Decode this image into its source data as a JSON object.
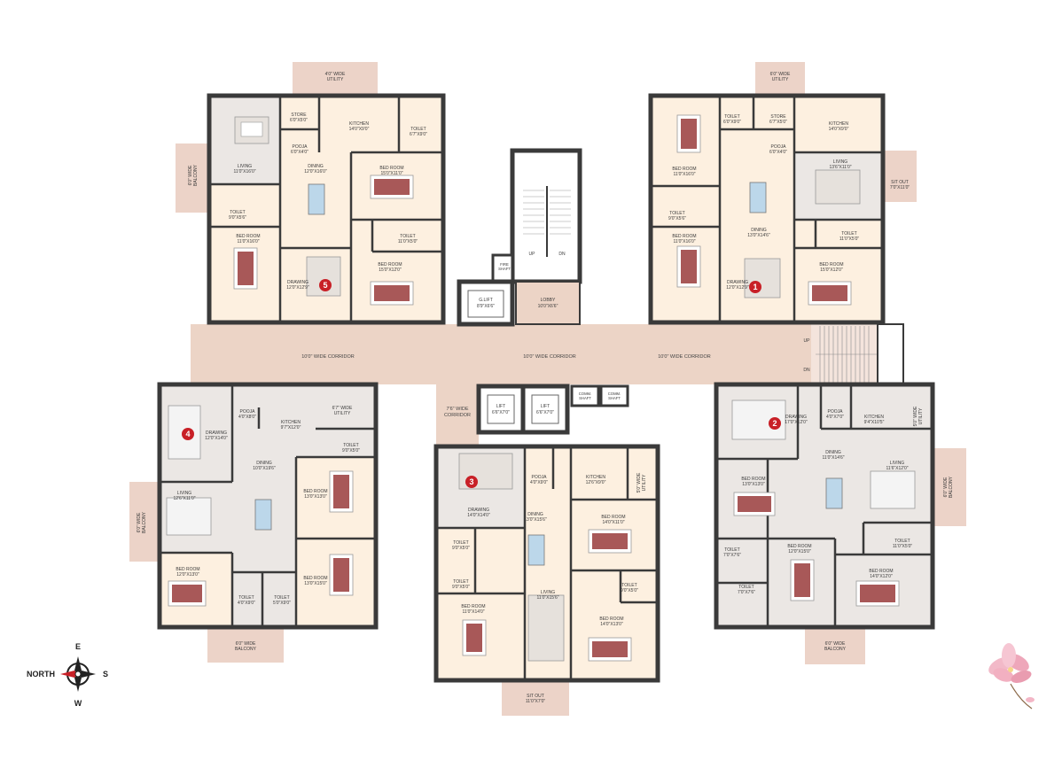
{
  "corridors": {
    "left": "10'0\" WIDE CORRIDOR",
    "center": "10'0\" WIDE CORRIDOR",
    "right": "10'0\" WIDE CORRIDOR",
    "vertical": [
      "7'6\" WIDE",
      "CORRIDOR"
    ],
    "up": "UP",
    "dn": "DN"
  },
  "core": {
    "stair_up": "UP",
    "stair_dn": "DN",
    "fire_shaft": [
      "FIRE",
      "SHAFT"
    ],
    "glift": [
      "G.LIFT",
      "8'9\"X6'6\""
    ],
    "lobby": [
      "LOBBY",
      "10'0\"X6'6\""
    ],
    "lift1": [
      "LIFT",
      "6'6\"X7'0\""
    ],
    "lift2": [
      "LIFT",
      "6'6\"X7'0\""
    ],
    "comm_shaft1": [
      "COMM.",
      "SHAFT"
    ],
    "comm_shaft2": [
      "COMM.",
      "SHAFT"
    ]
  },
  "units": {
    "u5": {
      "badge": "5",
      "utility": [
        "4'0\" WIDE",
        "UTILITY"
      ],
      "store": [
        "STORE",
        "6'0\"X5'0\""
      ],
      "kitchen": [
        "KITCHEN",
        "14'0\"X9'0\""
      ],
      "toilet_a": [
        "TOILET",
        "6'7\"X9'0\""
      ],
      "pooja": [
        "POOJA",
        "6'0\"X4'0\""
      ],
      "living": [
        "LIVING",
        "11'0\"X16'0\""
      ],
      "dining": [
        "DINING",
        "12'0\"X16'0\""
      ],
      "bed_a": [
        "BED ROOM",
        "15'0\"X11'0\""
      ],
      "balcony": [
        "6'0\" WIDE",
        "BALCONY"
      ],
      "toilet_b": [
        "TOILET",
        "9'0\"X5'6\""
      ],
      "toilet_c": [
        "TOILET",
        "11'0\"X5'0\""
      ],
      "bed_b": [
        "BED ROOM",
        "11'0\"X16'0\""
      ],
      "drawing": [
        "DRAWING",
        "12'0\"X12'9\""
      ],
      "bed_c": [
        "BED ROOM",
        "15'0\"X12'0\""
      ]
    },
    "u1": {
      "badge": "1",
      "utility": [
        "6'0\" WIDE",
        "UTILITY"
      ],
      "toilet_a": [
        "TOILET",
        "6'0\"X9'0\""
      ],
      "store": [
        "STORE",
        "6'7\"X5'0\""
      ],
      "kitchen": [
        "KITCHEN",
        "14'0\"X9'0\""
      ],
      "pooja": [
        "POOJA",
        "6'0\"X4'0\""
      ],
      "bed_a": [
        "BED ROOM",
        "11'0\"X16'0\""
      ],
      "living": [
        "LIVING",
        "13'6\"X11'0\""
      ],
      "sitout": [
        "SIT OUT",
        "7'0\"X11'0\""
      ],
      "toilet_b": [
        "TOILET",
        "9'0\"X5'6\""
      ],
      "dining": [
        "DINING",
        "13'0\"X14'6\""
      ],
      "toilet_c": [
        "TOILET",
        "11'0\"X5'0\""
      ],
      "bed_b": [
        "BED ROOM",
        "11'0\"X16'0\""
      ],
      "bed_c": [
        "BED ROOM",
        "15'0\"X12'0\""
      ],
      "drawing": [
        "DRAWING",
        "12'0\"X12'9\""
      ]
    },
    "u4": {
      "badge": "4",
      "pooja": [
        "POOJA",
        "4'0\"X8'0\""
      ],
      "kitchen": [
        "KITCHEN",
        "9'7\"X12'0\""
      ],
      "utility": [
        "6'7\" WIDE",
        "UTILITY"
      ],
      "drawing": [
        "DRAWING",
        "12'0\"X14'0\""
      ],
      "toilet_a": [
        "TOILET",
        "9'0\"X5'0\""
      ],
      "dining": [
        "DINING",
        "10'0\"X19'6\""
      ],
      "bed_a": [
        "BED ROOM",
        "13'0\"X13'0\""
      ],
      "living": [
        "LIVING",
        "12'6\"X11'0\""
      ],
      "balcony_side": [
        "6'0\" WIDE",
        "BALCONY"
      ],
      "bed_b": [
        "BED ROOM",
        "13'0\"X15'0\""
      ],
      "bed_c": [
        "BED ROOM",
        "12'0\"X13'0\""
      ],
      "toilet_b": [
        "TOILET",
        "4'0\"X9'0\""
      ],
      "toilet_c": [
        "TOILET",
        "5'0\"X9'0\""
      ],
      "balcony": [
        "6'0\" WIDE",
        "BALCONY"
      ]
    },
    "u3": {
      "badge": "3",
      "pooja": [
        "POOJA",
        "4'0\"X9'0\""
      ],
      "kitchen": [
        "KITCHEN",
        "12'6\"X9'0\""
      ],
      "utility": [
        "5'0\" WIDE",
        "UTILITY"
      ],
      "drawing": [
        "DRAWING",
        "14'0\"X14'0\""
      ],
      "dining": [
        "DINING",
        "13'0\"X15'6\""
      ],
      "bed_a": [
        "BED ROOM",
        "14'0\"X11'0\""
      ],
      "toilet_a": [
        "TOILET",
        "9'0\"X5'0\""
      ],
      "toilet_b": [
        "TOILET",
        "9'0\"X5'0\""
      ],
      "toilet_c": [
        "TOILET",
        "9'0\"X5'0\""
      ],
      "living": [
        "LIVING",
        "11'0\"X15'6\""
      ],
      "bed_b": [
        "BED ROOM",
        "11'0\"X14'0\""
      ],
      "bed_c": [
        "BED ROOM",
        "14'0\"X13'0\""
      ],
      "sitout": [
        "SIT OUT",
        "11'0\"X7'0\""
      ]
    },
    "u2": {
      "badge": "2",
      "drawing": [
        "DRAWING",
        "17'0\"X12'0\""
      ],
      "pooja": [
        "POOJA",
        "4'0\"X7'0\""
      ],
      "kitchen": [
        "KITCHEN",
        "9'4\"X10'5\""
      ],
      "utility": [
        "5'0\" WIDE",
        "UTILITY"
      ],
      "dining": [
        "DINING",
        "11'0\"X14'6\""
      ],
      "bed_a": [
        "BED ROOM",
        "13'0\"X13'0\""
      ],
      "living": [
        "LIVING",
        "11'6\"X12'0\""
      ],
      "balcony_side": [
        "6'0\" WIDE",
        "BALCONY"
      ],
      "toilet_a": [
        "TOILET",
        "11'0\"X5'0\""
      ],
      "toilet_b": [
        "TOILET",
        "7'0\"X7'6\""
      ],
      "bed_b": [
        "BED ROOM",
        "12'0\"X15'0\""
      ],
      "toilet_c": [
        "TOILET",
        "7'0\"X7'6\""
      ],
      "bed_c": [
        "BED ROOM",
        "14'0\"X12'0\""
      ],
      "balcony": [
        "6'0\" WIDE",
        "BALCONY"
      ]
    }
  },
  "compass": {
    "north": "NORTH",
    "east": "E",
    "south": "S",
    "west": "W"
  },
  "colors": {
    "wall": "#3a3a3a",
    "corridor": "#ecd4c6",
    "floor_warm": "#fdf0e0",
    "floor_grey": "#ebe7e4",
    "balcony": "#ecd3c8",
    "badge": "#c82027",
    "bed": "#a85858",
    "table": "#bcd7ea"
  }
}
